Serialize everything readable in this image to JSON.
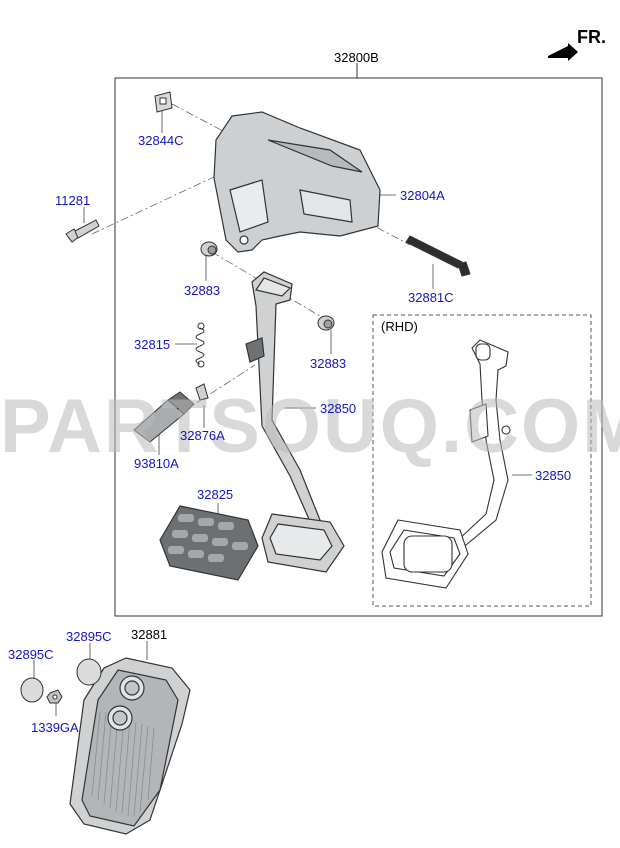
{
  "orientation": {
    "label": "FR."
  },
  "variant_label": "(RHD)",
  "watermark": "PARTSOUQ.COM",
  "colors": {
    "part_link": "#1414c8",
    "assembly_label": "#000000",
    "part_fill": "#cfd1d3",
    "outline": "#333333"
  },
  "parts": {
    "assembly": "32800B",
    "clip": "32844C",
    "bolt": "11281",
    "bracket": "32804A",
    "bushing_upper": "32883",
    "bushing_lower": "32883",
    "long_bolt": "32881C",
    "spring": "32815",
    "retainer": "32876A",
    "pedal_arm": "32850",
    "pedal_arm_rhd": "32850",
    "switch": "93810A",
    "pad": "32825",
    "accelerator": "32881",
    "cap_left": "32895C",
    "cap_right": "32895C",
    "nut": "1339GA"
  }
}
